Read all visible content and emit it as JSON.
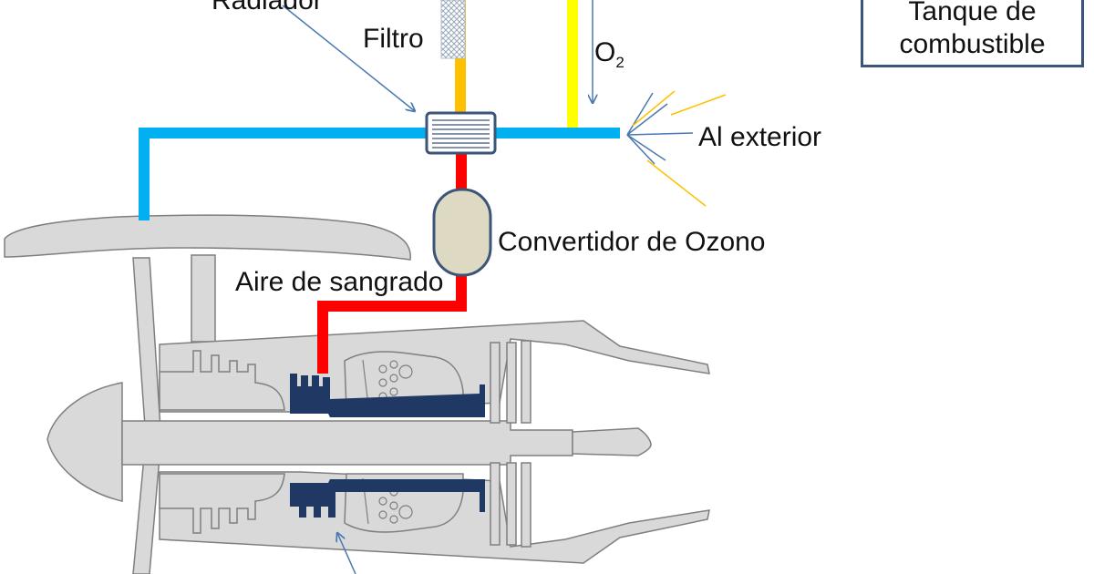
{
  "labels": {
    "radiador": "Radiador",
    "filtro": "Filtro",
    "o2_base": "O",
    "o2_sub": "2",
    "tank_line1": "Tanque de",
    "tank_line2": "combustible",
    "al_exterior": "Al exterior",
    "convertidor": "Convertidor de Ozono",
    "aire_sangrado": "Aire de sangrado"
  },
  "colors": {
    "cold_air": "#00b0f0",
    "bleed_air": "#ff0000",
    "fuel_gas": "#ffc000",
    "oxygen": "#ffff00",
    "engine_fill": "#d9d9d9",
    "engine_stroke": "#7f7f7f",
    "compressor": "#1f3864",
    "arrow": "#4a78b0",
    "box_border": "#3b5578",
    "converter_fill": "#ddd9c3"
  }
}
